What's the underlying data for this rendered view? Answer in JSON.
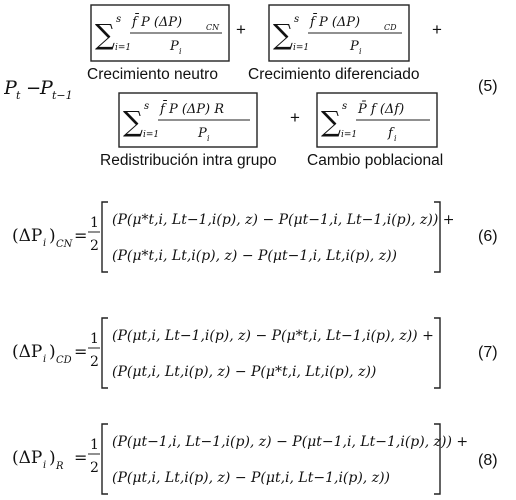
{
  "equation5": {
    "number": "(5)",
    "lhs": {
      "P": "P",
      "t": "t",
      "minus": "−",
      "tm1": "t−1"
    },
    "plus": "+",
    "terms": [
      {
        "label": "Crecimiento neutro"
      },
      {
        "label": "Crecimiento diferenciado"
      },
      {
        "label": "Redistribución intra grupo"
      },
      {
        "label": "Cambio poblacional"
      }
    ]
  },
  "equation6": {
    "number": "(6)",
    "sub": "CN"
  },
  "equation7": {
    "number": "(7)",
    "sub": "CD"
  },
  "equation8": {
    "number": "(8)",
    "sub": "R"
  }
}
